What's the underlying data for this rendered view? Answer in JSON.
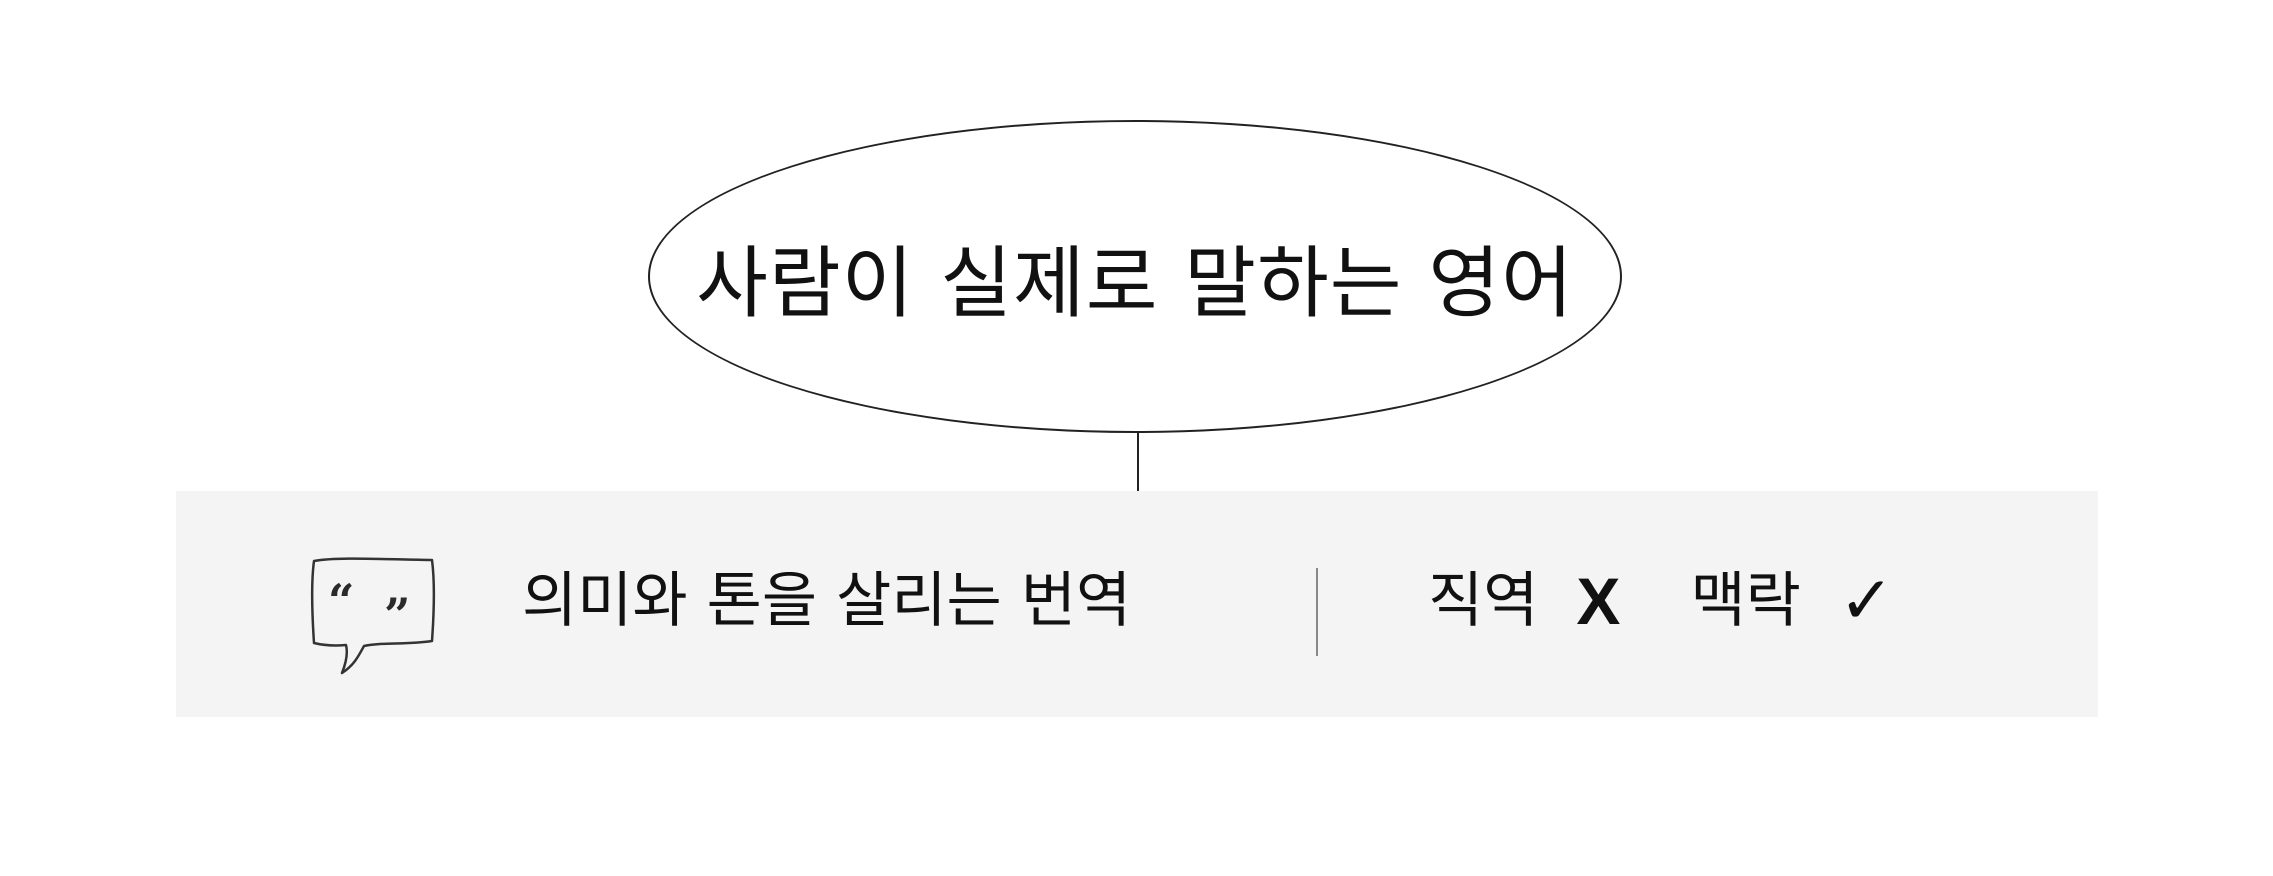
{
  "title": "사람이 실제로 말하는 영어",
  "panel": {
    "icon": "quote-speech-bubble-icon",
    "label": "의미와 톤을 살리는 번역",
    "comparison": [
      {
        "term": "직역",
        "mark": "X"
      },
      {
        "term": "맥락",
        "mark": "✓"
      }
    ]
  },
  "colors": {
    "panel_bg": "#f4f4f4",
    "stroke": "#222222",
    "divider": "#888888"
  }
}
